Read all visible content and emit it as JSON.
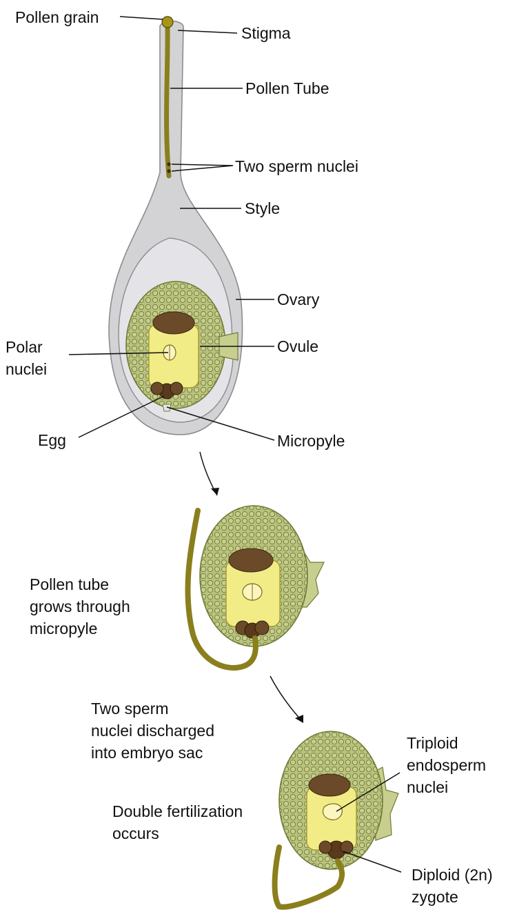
{
  "colors": {
    "style_gray": "#d3d3d6",
    "style_outline": "#8c8c90",
    "ovule_green": "#b9c27c",
    "ovule_cell_line": "#6f7a3a",
    "embryo_sac": "#f2ec86",
    "nucleus_brown": "#5a3a1c",
    "pollen_tube": "#8a7f1c",
    "label_line": "#111111"
  },
  "labels": {
    "pollen_grain": "Pollen grain",
    "stigma": "Stigma",
    "pollen_tube": "Pollen Tube",
    "two_sperm_nuclei": "Two sperm nuclei",
    "style": "Style",
    "ovary": "Ovary",
    "ovule": "Ovule",
    "polar_nuclei": [
      "Polar",
      "nuclei"
    ],
    "egg": "Egg",
    "micropyle": "Micropyle",
    "pollen_tube_grows": [
      "Pollen tube",
      "grows through",
      "micropyle"
    ],
    "sperm_discharged": [
      "Two sperm",
      "nuclei discharged",
      "into embryo sac"
    ],
    "double_fertilization": [
      "Double fertilization",
      "occurs"
    ],
    "triploid": [
      "Triploid",
      "endosperm",
      "nuclei"
    ],
    "diploid": [
      "Diploid (2n)",
      "zygote"
    ]
  }
}
